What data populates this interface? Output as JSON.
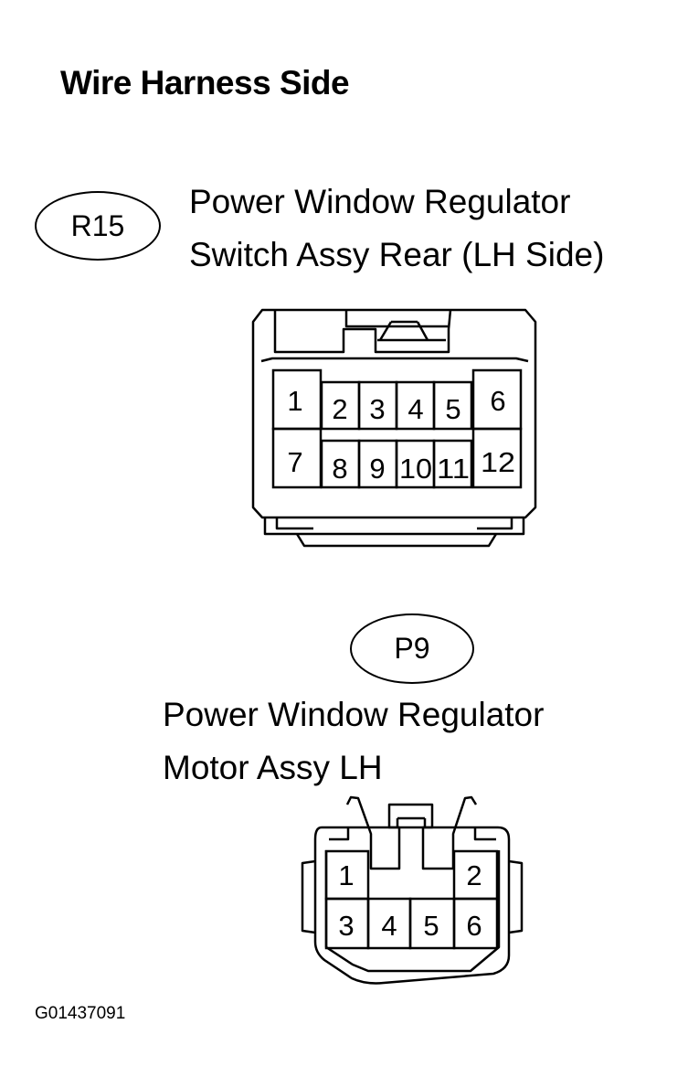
{
  "heading": "Wire Harness Side",
  "figure_id": "G01437091",
  "connectors": [
    {
      "code": "R15",
      "name_line1": "Power Window Regulator",
      "name_line2": "Switch Assy Rear (LH Side)",
      "pins": [
        "1",
        "2",
        "3",
        "4",
        "5",
        "6",
        "7",
        "8",
        "9",
        "10",
        "11",
        "12"
      ]
    },
    {
      "code": "P9",
      "name_line1": "Power Window Regulator",
      "name_line2": "Motor Assy LH",
      "pins": [
        "1",
        "2",
        "3",
        "4",
        "5",
        "6"
      ]
    }
  ]
}
